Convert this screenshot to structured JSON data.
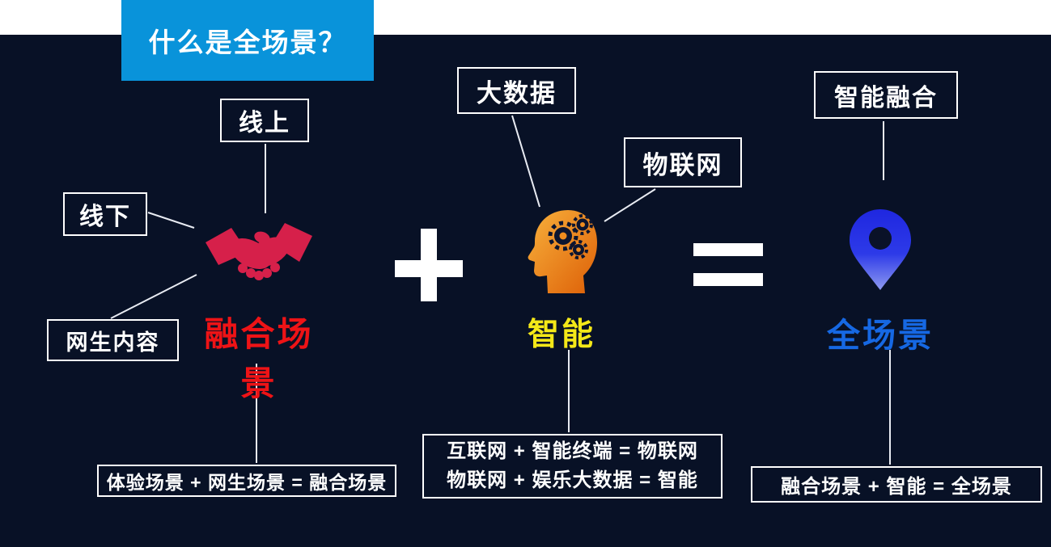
{
  "banner": {
    "title": "什么是全场景？"
  },
  "operators": {
    "plus": "+",
    "equals": "="
  },
  "groups": {
    "fusion": {
      "name": "融合场景",
      "icon": "handshake-icon",
      "tags": {
        "online": "线上",
        "offline": "线下",
        "netborn": "网生内容"
      },
      "formula": "体验场景 + 网生场景 = 融合场景"
    },
    "intelligence": {
      "name": "智能",
      "icon": "head-gears-icon",
      "tags": {
        "bigdata": "大数据",
        "iot": "物联网"
      },
      "formula_line1": "互联网 + 智能终端 = 物联网",
      "formula_line2": "物联网 + 娱乐大数据 = 智能"
    },
    "fullscene": {
      "name": "全场景",
      "icon": "location-pin-icon",
      "tags": {
        "fusion_ai": "智能融合"
      },
      "formula": "融合场景 + 智能 = 全场景"
    }
  },
  "colors": {
    "background": "#081126",
    "banner_blue": "#0993da",
    "fusion_red": "#ee1316",
    "handshake_red": "#d6204a",
    "intelligence_yellow": "#f4e818",
    "head_orange": "#ef8c1f",
    "fullscene_blue": "#1668e3",
    "pin_blue": "#2028e2",
    "connector_line": "#e8ebf2"
  }
}
